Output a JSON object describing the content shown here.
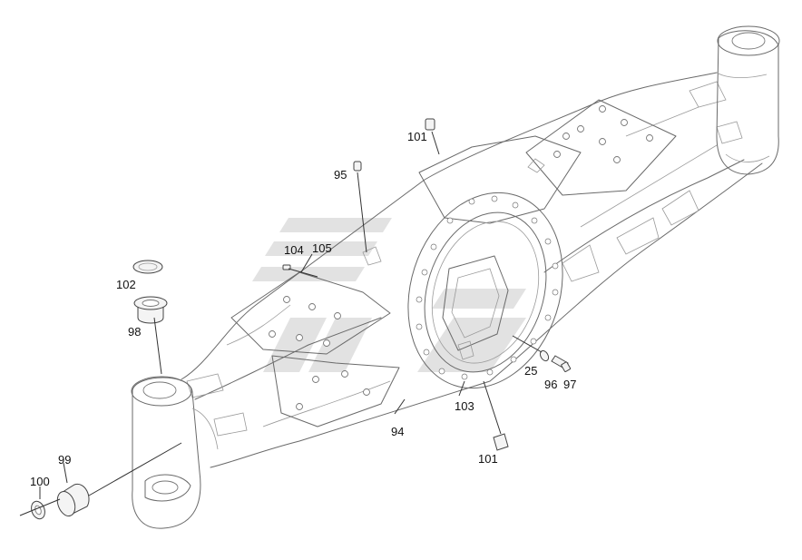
{
  "callouts": [
    {
      "id": "c101a",
      "text": "101"
    },
    {
      "id": "c95",
      "text": "95"
    },
    {
      "id": "c104",
      "text": "104"
    },
    {
      "id": "c105",
      "text": "105"
    },
    {
      "id": "c102",
      "text": "102"
    },
    {
      "id": "c98",
      "text": "98"
    },
    {
      "id": "c25",
      "text": "25"
    },
    {
      "id": "c96",
      "text": "96"
    },
    {
      "id": "c97",
      "text": "97"
    },
    {
      "id": "c103",
      "text": "103"
    },
    {
      "id": "c94",
      "text": "94"
    },
    {
      "id": "c101b",
      "text": "101"
    },
    {
      "id": "c99",
      "text": "99"
    },
    {
      "id": "c100",
      "text": "100"
    }
  ]
}
